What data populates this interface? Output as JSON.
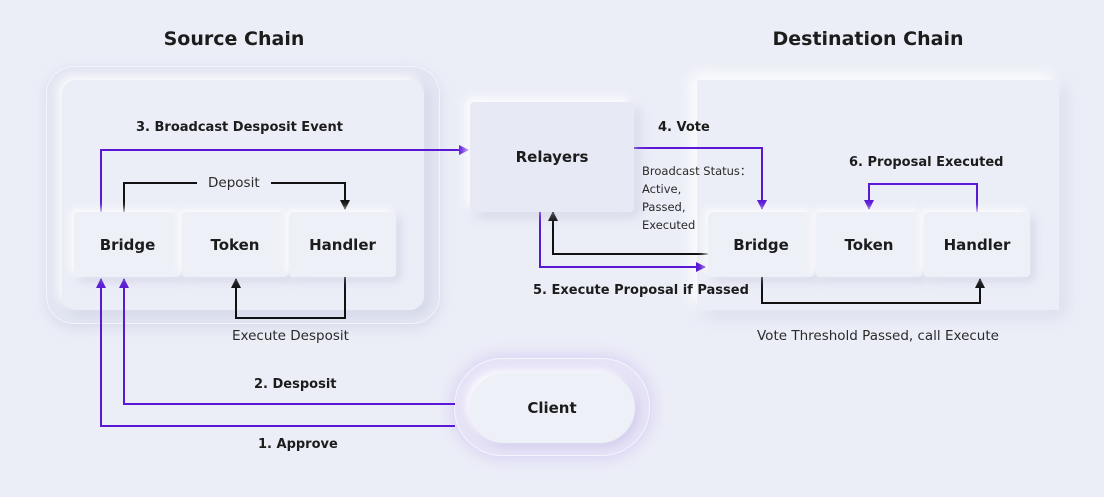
{
  "source_chain": {
    "title": "Source Chain",
    "nodes": {
      "bridge": "Bridge",
      "token": "Token",
      "handler": "Handler"
    }
  },
  "destination_chain": {
    "title": "Destination Chain",
    "nodes": {
      "bridge": "Bridge",
      "token": "Token",
      "handler": "Handler"
    }
  },
  "relayers": "Relayers",
  "client": "Client",
  "labels": {
    "broadcast_event": "3. Broadcast Desposit Event",
    "deposit": "Deposit",
    "execute_deposit": "Execute Desposit",
    "step_deposit": "2. Desposit",
    "step_approve": "1. Approve",
    "vote": "4. Vote",
    "broadcast_status": [
      "Broadcast Status：",
      "Active,",
      "Passed,",
      "Executed"
    ],
    "proposal_executed": "6. Proposal Executed",
    "execute_proposal": "5. Execute Proposal if Passed",
    "vote_threshold": "Vote Threshold Passed, call Execute"
  },
  "colors": {
    "purple_arrow": "#5b17d6",
    "black_arrow": "#111111",
    "background": "#eceef7"
  }
}
